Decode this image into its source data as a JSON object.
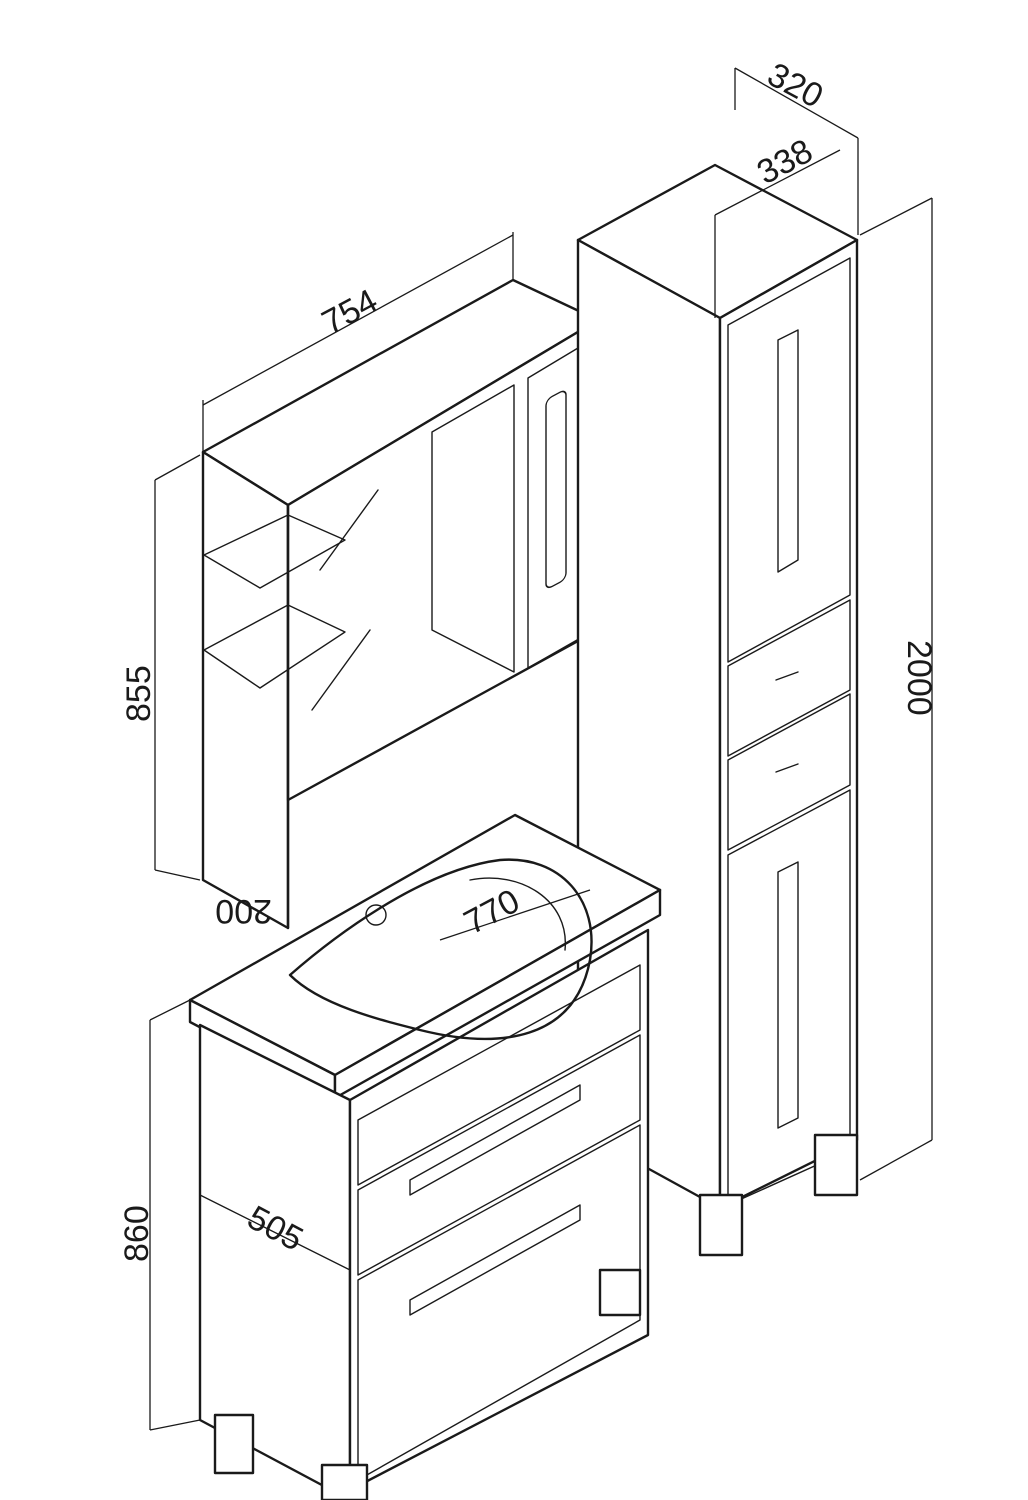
{
  "dimensions": {
    "mirror_width": "754",
    "mirror_height": "855",
    "mirror_depth": "200",
    "sink_width": "770",
    "sink_depth": "505",
    "vanity_height": "860",
    "column_depth_outer": "320",
    "column_depth_inner": "338",
    "column_height": "2000"
  },
  "colors": {
    "line": "#1a1a1a",
    "background": "#ffffff"
  }
}
